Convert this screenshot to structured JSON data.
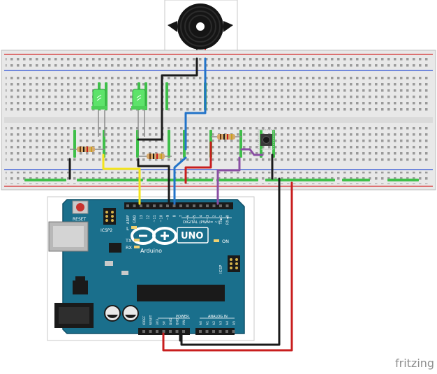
{
  "board": {
    "reset_label": "RESET",
    "icsp2_label": "ICSP2",
    "icsp_label": "ICSP",
    "pin_l_label": "L",
    "pin_tx_label": "TX",
    "pin_rx_label": "RX",
    "on_label": "ON",
    "digital_label": "DIGITAL (PWM= ~)",
    "uno_label": "UNO",
    "brand_label": "Arduino",
    "power_label": "POWER",
    "analog_label": "ANALOG IN",
    "digital_pins": [
      "AREF",
      "GND",
      "13",
      "12",
      "~11",
      "~10",
      "~9",
      "8",
      "7",
      "~6",
      "~5",
      "4",
      "~3",
      "2",
      "TX►1",
      "RX◄0"
    ],
    "power_pins": [
      "IOREF",
      "RESET",
      "3V3",
      "5V",
      "GND",
      "GND",
      "VIN"
    ],
    "analog_pins": [
      "A0",
      "A1",
      "A2",
      "A3",
      "A4",
      "A5"
    ]
  },
  "watermark": "fritzing",
  "colors": {
    "board": "#1a6f8c",
    "breadboard": "#e8e8e8",
    "rail_red": "#d42a2a",
    "rail_blue": "#2a4fd4",
    "wire_yellow": "#f4e41c",
    "wire_blue": "#2273c9",
    "wire_red": "#c81e1e",
    "wire_black": "#1a1a1a",
    "wire_purple": "#8a4fa3",
    "led": "#5de36a"
  }
}
